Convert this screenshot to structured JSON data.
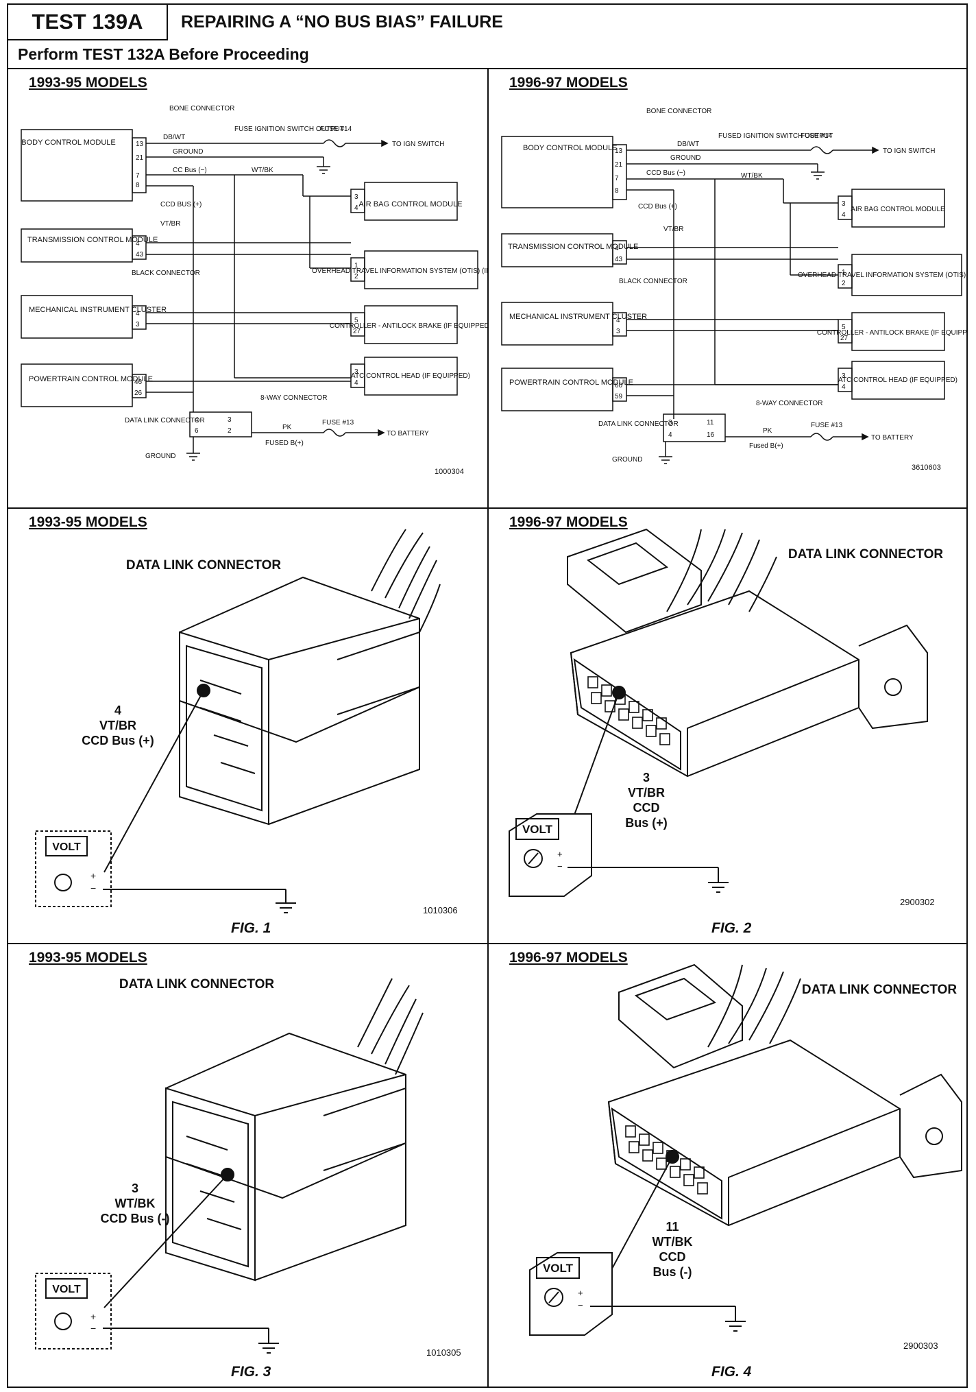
{
  "header": {
    "test_number": "TEST 139A",
    "title": "REPAIRING A “NO BUS BIAS” FAILURE",
    "subtitle": "Perform TEST 132A Before Proceeding"
  },
  "panels": {
    "wiring_left": {
      "model": "1993-95 MODELS",
      "diagram_number": "1000304",
      "labels": {
        "bone_connector": "BONE CONNECTOR",
        "fuse_ign": "FUSE IGNITION SWITCH OUTPUT",
        "fuse14": "FUSE #14",
        "to_ign": "TO IGN SWITCH",
        "dbwt": "DB/WT",
        "ground": "GROUND",
        "cc_bus": "CC Bus (−)",
        "wtbk": "WT/BK",
        "ccd_bus_plus": "CCD BUS (+)",
        "vtbr": "VT/BR",
        "black_connector": "BLACK CONNECTOR",
        "eight_way": "8-WAY CONNECTOR",
        "data_link": "DATA LINK CONNECTOR",
        "pk": "PK",
        "fused_b": "FUSED B(+)",
        "fuse13": "FUSE #13",
        "to_battery": "TO BATTERY",
        "ground2": "GROUND"
      },
      "modules_left": [
        {
          "name": "BODY CONTROL MODULE",
          "pins": [
            "13",
            "21",
            "7",
            "8"
          ]
        },
        {
          "name": "TRANSMISSION CONTROL MODULE",
          "pins": [
            "4",
            "43"
          ]
        },
        {
          "name": "MECHANICAL INSTRUMENT CLUSTER",
          "pins": [
            "4",
            "3"
          ]
        },
        {
          "name": "POWERTRAIN CONTROL MODULE",
          "pins": [
            "46",
            "26"
          ]
        }
      ],
      "modules_right": [
        {
          "name": "AIR BAG CONTROL MODULE",
          "pins": [
            "3",
            "4"
          ]
        },
        {
          "name": "OVERHEAD TRAVEL INFORMATION SYSTEM (OTIS) (IF EQUIPPED)",
          "pins": [
            "1",
            "2"
          ]
        },
        {
          "name": "CONTROLLER - ANTILOCK BRAKE (IF EQUIPPED)",
          "pins": [
            "5",
            "27"
          ]
        },
        {
          "name": "ATC CONTROL HEAD (IF EQUIPPED)",
          "pins": [
            "3",
            "4"
          ]
        }
      ],
      "dlc_pins": [
        "4",
        "3",
        "6",
        "2"
      ]
    },
    "wiring_right": {
      "model": "1996-97 MODELS",
      "diagram_number": "3610603",
      "labels": {
        "bone_connector": "BONE CONNECTOR",
        "fuse_ign": "FUSED IGNITION SWITCH OUTPUT",
        "fuse14": "FUSE #14",
        "to_ign": "TO IGN SWITCH",
        "dbwt": "DB/WT",
        "ground": "GROUND",
        "cc_bus": "CCD Bus (−)",
        "wtbk": "WT/BK",
        "ccd_bus_plus": "CCD Bus (+)",
        "vtbr": "VT/BR",
        "black_connector": "BLACK CONNECTOR",
        "eight_way": "8-WAY CONNECTOR",
        "data_link": "DATA LINK CONNECTOR",
        "pk": "PK",
        "fused_b": "Fused B(+)",
        "fuse13": "FUSE #13",
        "to_battery": "TO BATTERY",
        "ground2": "GROUND"
      },
      "modules_left": [
        {
          "name": "BODY CONTROL MODULE",
          "pins": [
            "13",
            "21",
            "7",
            "8"
          ]
        },
        {
          "name": "TRANSMISSION CONTROL MODULE",
          "pins": [
            "4",
            "43"
          ]
        },
        {
          "name": "MECHANICAL INSTRUMENT CLUSTER",
          "pins": [
            "4",
            "3"
          ]
        },
        {
          "name": "POWERTRAIN CONTROL MODULE",
          "pins": [
            "60",
            "59"
          ]
        }
      ],
      "modules_right": [
        {
          "name": "AIR BAG CONTROL MODULE",
          "pins": [
            "3",
            "4"
          ]
        },
        {
          "name": "OVERHEAD TRAVEL INFORMATION SYSTEM (OTIS) (IF EQUIPPED)",
          "pins": [
            "1",
            "2"
          ]
        },
        {
          "name": "CONTROLLER - ANTILOCK BRAKE (IF EQUIPPED)",
          "pins": [
            "5",
            "27"
          ]
        },
        {
          "name": "ATC CONTROL HEAD (IF EQUIPPED)",
          "pins": [
            "3",
            "4"
          ]
        }
      ],
      "dlc_pins": [
        "3",
        "11",
        "4",
        "16"
      ]
    },
    "fig1": {
      "model": "1993-95 MODELS",
      "connector": "DATA LINK CONNECTOR",
      "pin": "4",
      "wire": "VT/BR",
      "bus": "CCD Bus (+)",
      "meter": "VOLT",
      "number": "1010306",
      "caption": "FIG. 1"
    },
    "fig2": {
      "model": "1996-97 MODELS",
      "connector": "DATA LINK CONNECTOR",
      "pin": "3",
      "wire": "VT/BR",
      "bus1": "CCD",
      "bus2": "Bus (+)",
      "meter": "VOLT",
      "number": "2900302",
      "caption": "FIG. 2"
    },
    "fig3": {
      "model": "1993-95 MODELS",
      "connector": "DATA LINK CONNECTOR",
      "pin": "3",
      "wire": "WT/BK",
      "bus": "CCD Bus (-)",
      "meter": "VOLT",
      "number": "1010305",
      "caption": "FIG. 3"
    },
    "fig4": {
      "model": "1996-97 MODELS",
      "connector": "DATA LINK CONNECTOR",
      "pin": "11",
      "wire": "WT/BK",
      "bus1": "CCD",
      "bus2": "Bus (-)",
      "meter": "VOLT",
      "number": "2900303",
      "caption": "FIG. 4"
    }
  }
}
